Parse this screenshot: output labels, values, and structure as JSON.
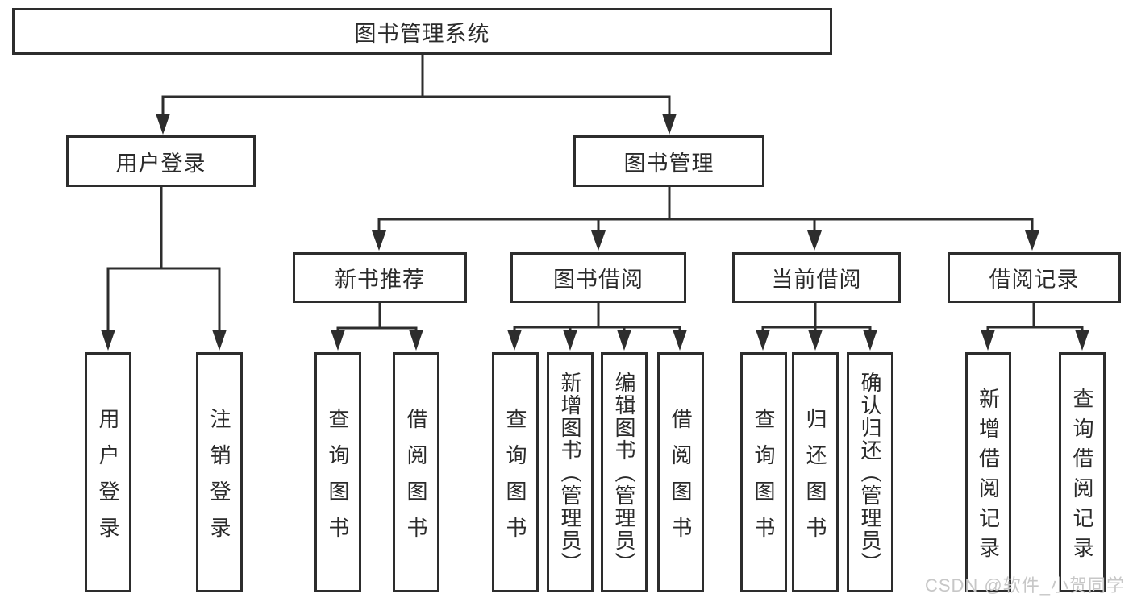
{
  "diagram": {
    "nodes": {
      "root": "图书管理系统",
      "user_login": "用户登录",
      "book_mgmt": "图书管理",
      "new_book_rec": "新书推荐",
      "book_borrow": "图书借阅",
      "current_borrow": "当前借阅",
      "borrow_records": "借阅记录"
    },
    "leaves": {
      "user_login_1": "用户登录",
      "user_login_2": "注销登录",
      "new_rec_1": "查询图书",
      "new_rec_2": "借阅图书",
      "borrow_1": "查询图书",
      "borrow_2": "新增图书（管理员）",
      "borrow_3": "编辑图书（管理员）",
      "borrow_4": "借阅图书",
      "current_1": "查询图书",
      "current_2": "归还图书",
      "current_3": "确认归还（管理员）",
      "records_1": "新增借阅记录",
      "records_2": "查询借阅记录"
    },
    "watermark": "CSDN @软件_小贺同学",
    "colors": {
      "line": "#2d2d2d",
      "background": "#ffffff",
      "watermark_text": "#c7c7c7"
    }
  }
}
